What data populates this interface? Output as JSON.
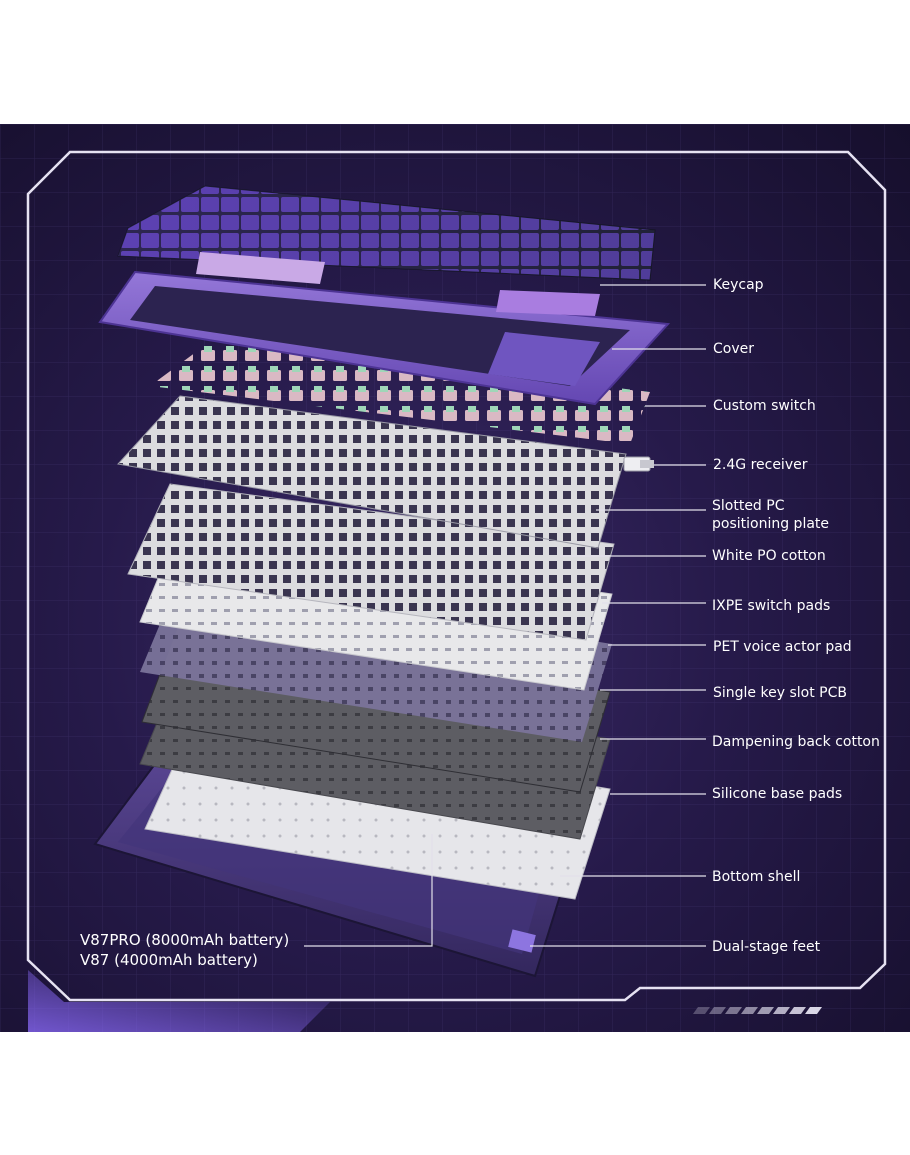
{
  "components": [
    {
      "label": "Keycap"
    },
    {
      "label": "Cover"
    },
    {
      "label": "Custom switch"
    },
    {
      "label": "2.4G receiver"
    },
    {
      "label": "Slotted PC\npositioning plate"
    },
    {
      "label": "White PO cotton"
    },
    {
      "label": "IXPE switch pads"
    },
    {
      "label": "PET voice actor pad"
    },
    {
      "label": "Single key slot PCB"
    },
    {
      "label": "Dampening back cotton"
    },
    {
      "label": "Silicone base pads"
    },
    {
      "label": "Bottom shell"
    },
    {
      "label": "Dual-stage feet"
    }
  ],
  "battery": {
    "line1": "V87PRO (8000mAh battery)",
    "line2": "V87 (4000mAh battery)"
  },
  "colors": {
    "background": "#1e1538",
    "frame": "#e6e2f2",
    "accent_purple": "#7b5cc8",
    "keycap_dark": "#23233a",
    "plate_white": "#d9d9dc",
    "pcb_grey": "#5a5a60"
  }
}
